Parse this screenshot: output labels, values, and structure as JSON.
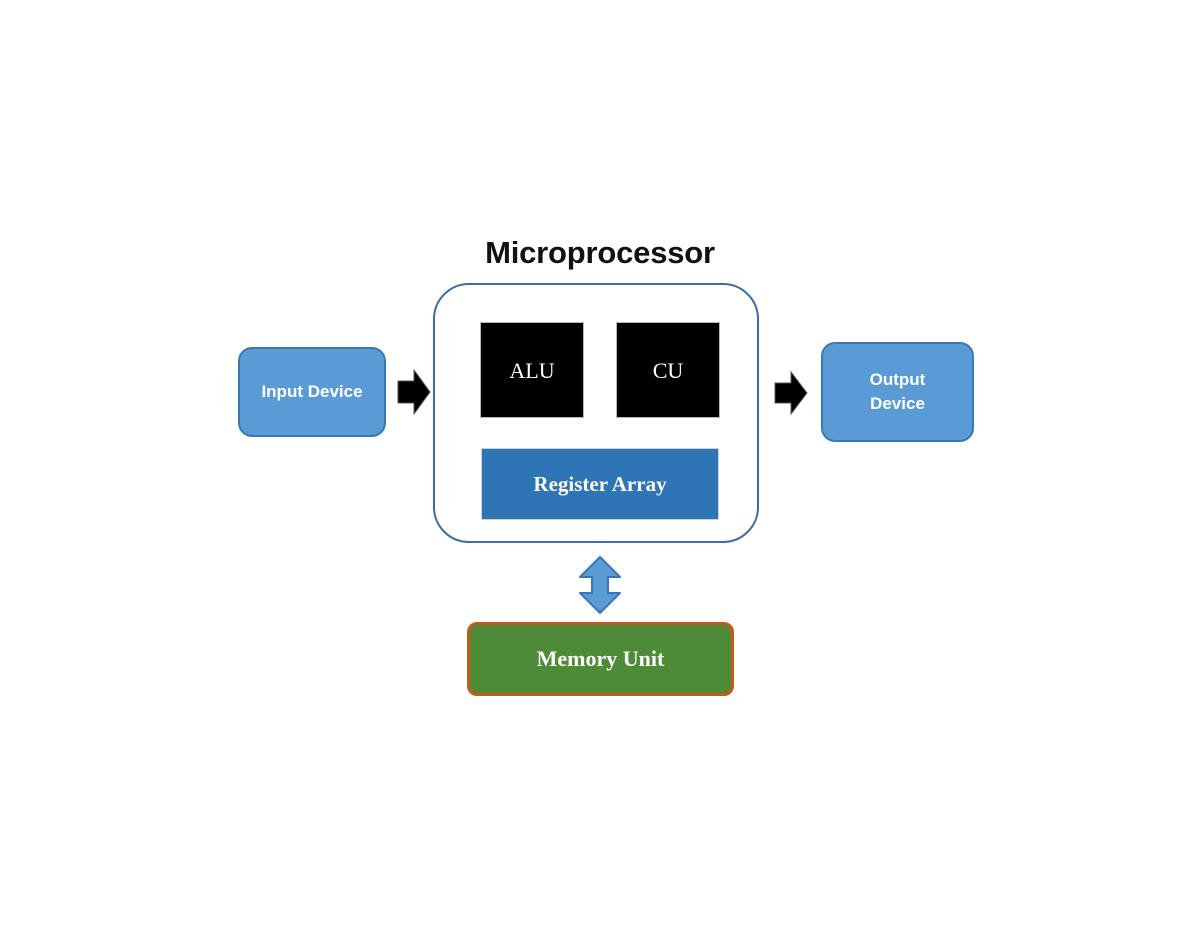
{
  "diagram": {
    "title": "Microprocessor",
    "type": "block-diagram",
    "background_color": "#FFFFFF"
  },
  "microprocessor": {
    "label": "Microprocessor",
    "border_color": "#3A6EA5",
    "fill_color": "#FFFFFF",
    "units": [
      {
        "name": "alu",
        "label": "ALU",
        "fill_color": "#000000",
        "text_color": "#FFFFFF"
      },
      {
        "name": "cu",
        "label": "CU",
        "fill_color": "#000000",
        "text_color": "#FFFFFF"
      }
    ],
    "register_array": {
      "label": "Register Array",
      "fill_color": "#2E75B6",
      "text_color": "#FFFFFF"
    }
  },
  "input_device": {
    "label": "Input Device",
    "fill_color": "#5B9BD5",
    "border_color": "#3A78B5",
    "text_color": "#FFFFFF"
  },
  "output_device": {
    "label_line1": "Output",
    "label_line2": "Device",
    "fill_color": "#5B9BD5",
    "border_color": "#3A78B5",
    "text_color": "#FFFFFF"
  },
  "memory_unit": {
    "label": "Memory Unit",
    "fill_color": "#4E8B36",
    "border_color": "#C55A1E",
    "text_color": "#FFFFFF"
  },
  "connectors": [
    {
      "name": "input-to-microprocessor",
      "icon": "arrow-right-icon",
      "direction": "right",
      "color": "#000000",
      "from": "Input Device",
      "to": "Microprocessor"
    },
    {
      "name": "microprocessor-to-output",
      "icon": "arrow-right-icon",
      "direction": "right",
      "color": "#000000",
      "from": "Microprocessor",
      "to": "Output Device"
    },
    {
      "name": "microprocessor-memory-bus",
      "icon": "arrow-up-down-icon",
      "direction": "bidirectional",
      "color": "#5B9BD5",
      "border_color": "#3A78B5",
      "from": "Microprocessor",
      "to": "Memory Unit"
    }
  ]
}
